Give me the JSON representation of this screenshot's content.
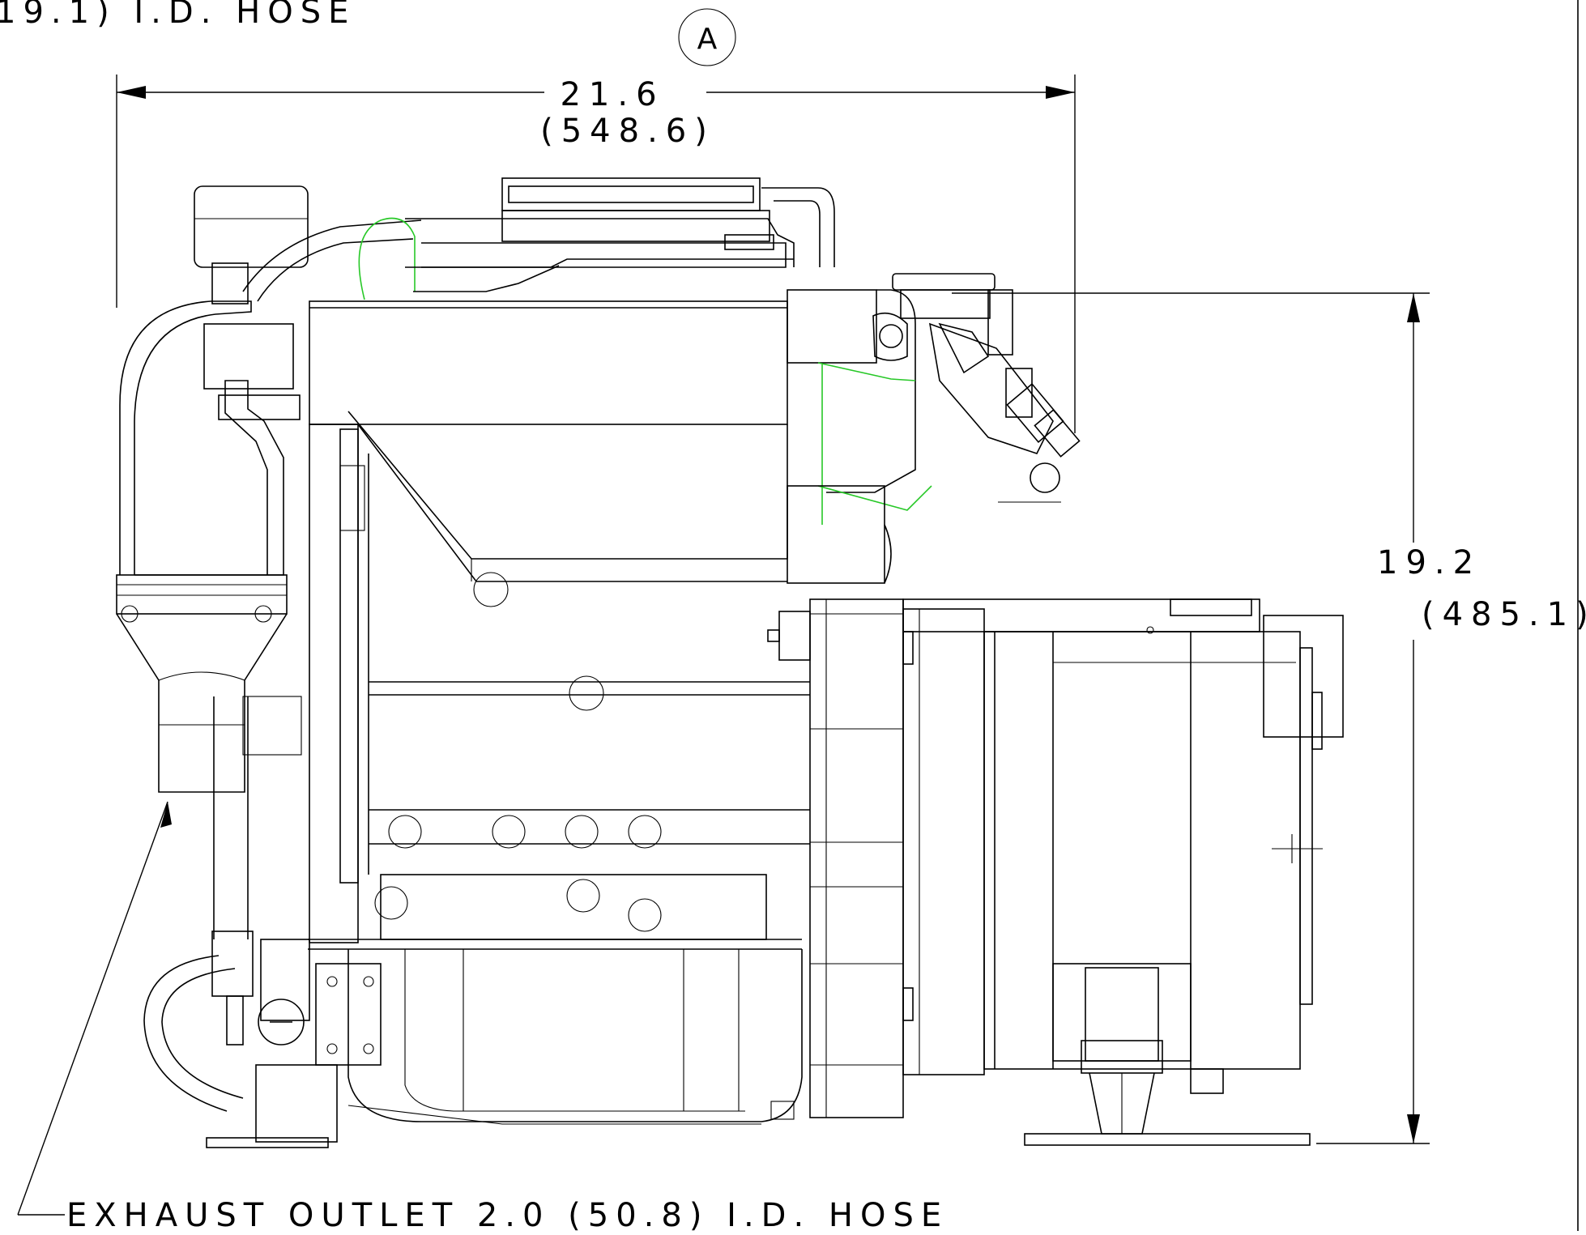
{
  "drawing": {
    "top_note_fragment": "19.1) I.D. HOSE",
    "view_marker": "A",
    "width_dimension": {
      "inch": "21.6",
      "mm": "(548.6)"
    },
    "height_dimension": {
      "inch": "19.2",
      "mm": "(485.1)"
    },
    "exhaust_callout": "EXHAUST OUTLET 2.0 (50.8) I.D. HOSE"
  },
  "colors": {
    "line": "#000000",
    "highlight": "#27c827",
    "background": "#ffffff"
  }
}
